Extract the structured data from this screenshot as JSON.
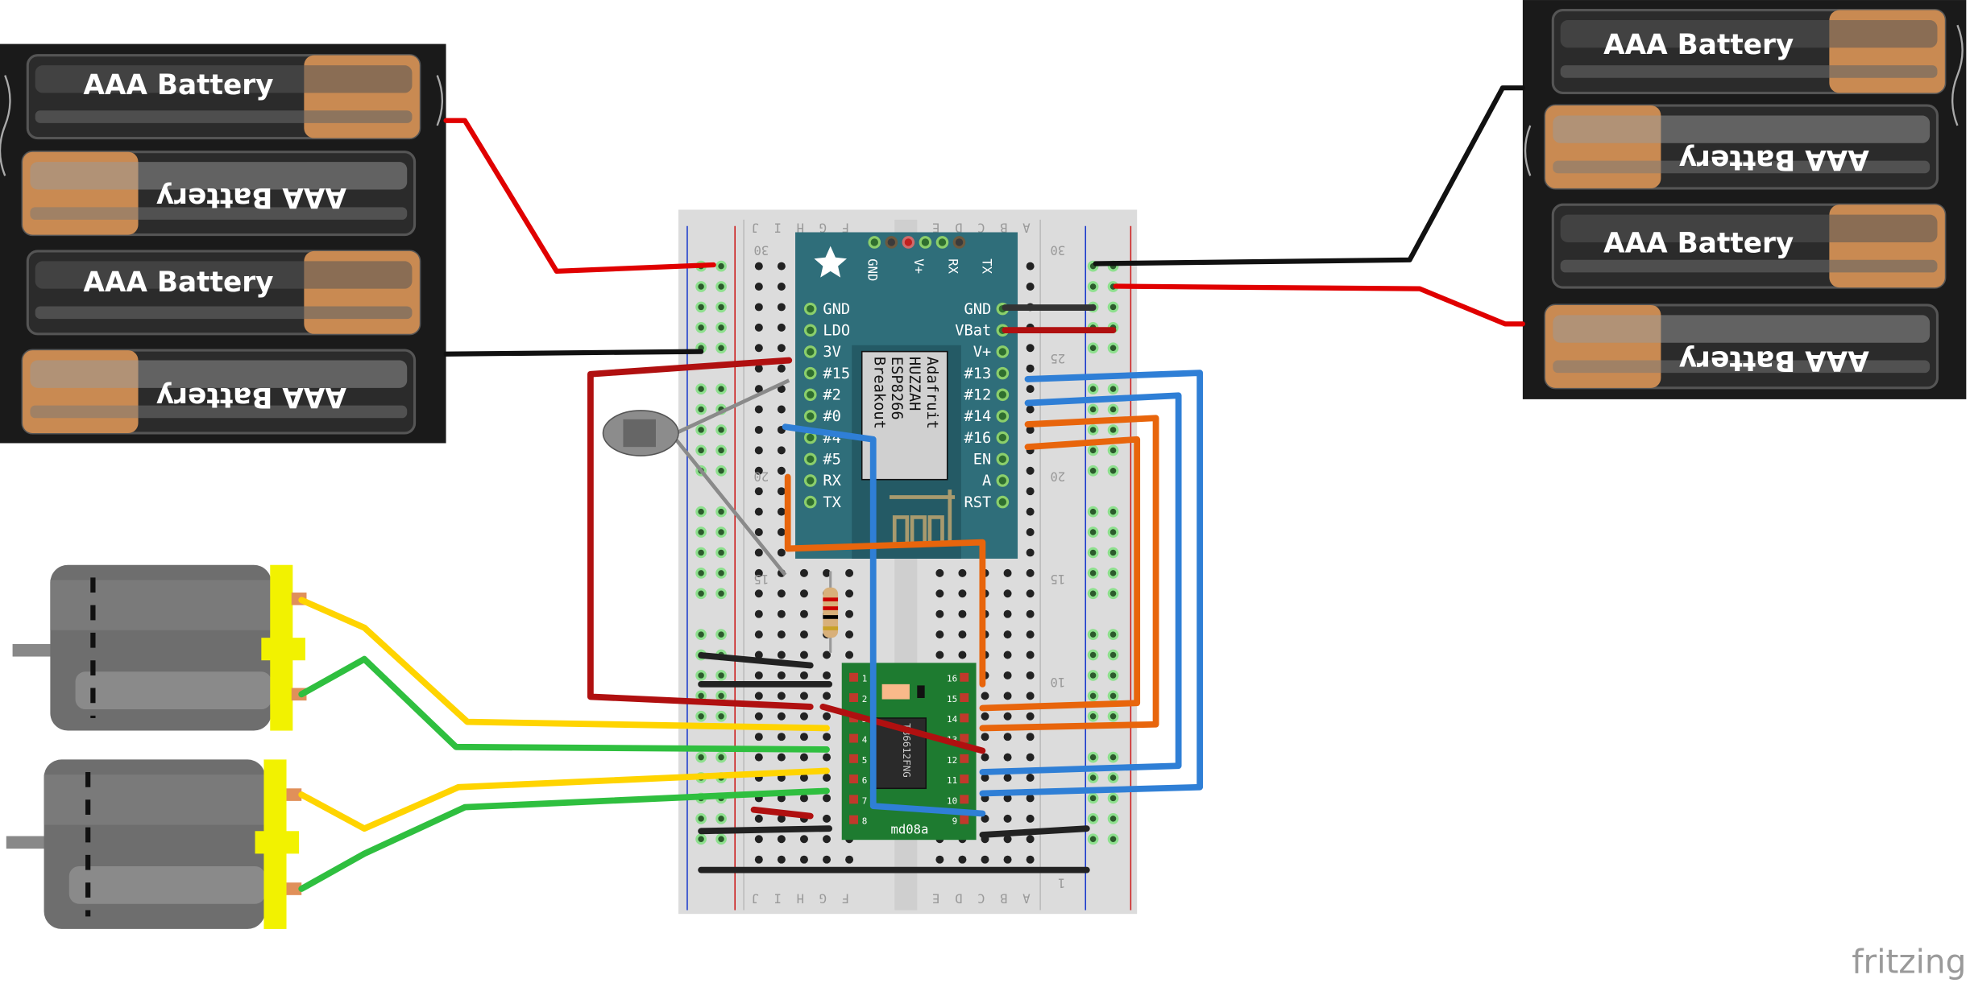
{
  "batteries": {
    "label": "AAA Battery",
    "left_pack": [
      "AAA Battery",
      "AAA Battery",
      "AAA Battery",
      "AAA Battery"
    ],
    "right_pack": [
      "AAA Battery",
      "AAA Battery",
      "AAA Battery",
      "AAA Battery"
    ]
  },
  "breadboard": {
    "columns_left": [
      "J",
      "I",
      "H",
      "G",
      "F"
    ],
    "columns_right": [
      "E",
      "D",
      "C",
      "B",
      "A"
    ],
    "row_labels": [
      "30",
      "25",
      "20",
      "15",
      "10",
      "1"
    ]
  },
  "huzzah": {
    "title_lines": [
      "Adafruit",
      "HUZZAH",
      "ESP8266",
      "Breakout"
    ],
    "top_pins": [
      "GND",
      "V+",
      "RX",
      "TX"
    ],
    "left_pins": [
      "GND",
      "LDO",
      "3V",
      "#15",
      "#2",
      "#0",
      "#4",
      "#5",
      "RX",
      "TX"
    ],
    "right_pins": [
      "GND",
      "VBat",
      "V+",
      "#13",
      "#12",
      "#14",
      "#16",
      "EN",
      "A",
      "RST"
    ]
  },
  "motor_driver": {
    "name": "md08a",
    "chip": "TB6612FNG",
    "left_pins": [
      "1",
      "2",
      "3",
      "4",
      "5",
      "6",
      "7",
      "8"
    ],
    "right_pins": [
      "16",
      "15",
      "14",
      "13",
      "12",
      "11",
      "10",
      "9"
    ]
  },
  "wire_colors": {
    "red": "#e00000",
    "black": "#111111",
    "blue": "#2f7fd6",
    "orange": "#e8650c",
    "yellow": "#ffd400",
    "green": "#2fbf3f",
    "dark_red": "#b01010",
    "gray": "#8a8a8a"
  },
  "logo": "fritzing"
}
